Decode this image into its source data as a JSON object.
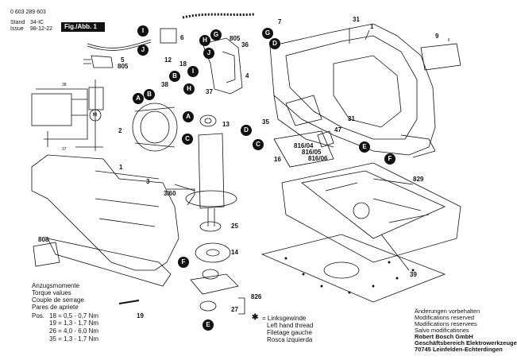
{
  "header": {
    "part_number": "0 603 289 603",
    "stand_label": "Stand",
    "stand_value": "34-IC",
    "issue_label": "Issue",
    "issue_value": "98-12-22",
    "figure_tag": "Fig./Abb. 1"
  },
  "callouts": {
    "n1a": "1",
    "n1b": "1",
    "n2": "2",
    "n3": "3",
    "n3_60": "3/60",
    "n4": "4",
    "n5": "5",
    "n6": "6",
    "n7": "7",
    "n9": "9",
    "n12": "12",
    "n13": "13",
    "n14": "14",
    "n16": "16",
    "n18": "18",
    "n19": "19",
    "n25": "25",
    "n27": "27",
    "n31a": "31",
    "n31b": "31",
    "n35": "35",
    "n36": "36",
    "n37": "37",
    "n38": "38",
    "n39": "39",
    "n47": "47",
    "n805a": "805",
    "n805b": "805",
    "n808": "808",
    "n816_04": "816/04",
    "n816_05": "816/05",
    "n816_06": "816/06",
    "n826": "826",
    "n829": "829"
  },
  "wiring": {
    "w38": "38",
    "w37": "37",
    "m": "M"
  },
  "letter_badges": {
    "A1": "A",
    "A2": "A",
    "B1": "B",
    "B2": "B",
    "C1": "C",
    "C2": "C",
    "D1": "D",
    "D2": "D",
    "E1": "E",
    "E2": "E",
    "F1": "F",
    "F2": "F",
    "G1": "G",
    "G2": "G",
    "H1": "H",
    "H2": "H",
    "I1": "I",
    "I2": "I",
    "J1": "J",
    "J2": "J"
  },
  "torque": {
    "title_de": "Anzugsmomente",
    "title_en": "Torque values",
    "title_fr": "Couple de serrage",
    "title_es": "Pares de apriete",
    "pos_label": "Pos.",
    "rows": [
      "18 = 0,5 -   0,7 Nm",
      "19 = 1,3 -   1,7 Nm",
      "26 = 4,0 -   6,0 Nm",
      "35 = 1,3 -   1,7 Nm"
    ]
  },
  "thread_note": {
    "symbol": "✱",
    "de": "= Linksgewinde",
    "en": "Left hand thread",
    "fr": "Filetage gauche",
    "es": "Rosca izquierda"
  },
  "publisher": {
    "line1": "Änderungen vorbehalten",
    "line2": "Modifications reserved",
    "line3": "Modifications reservees",
    "line4": "Salvo modificationes",
    "company": "Robert Bosch GmbH",
    "division": "Geschäftsbereich Elektrowerkzeuge",
    "address": "70745 Leinfelden-Echterdingen"
  }
}
